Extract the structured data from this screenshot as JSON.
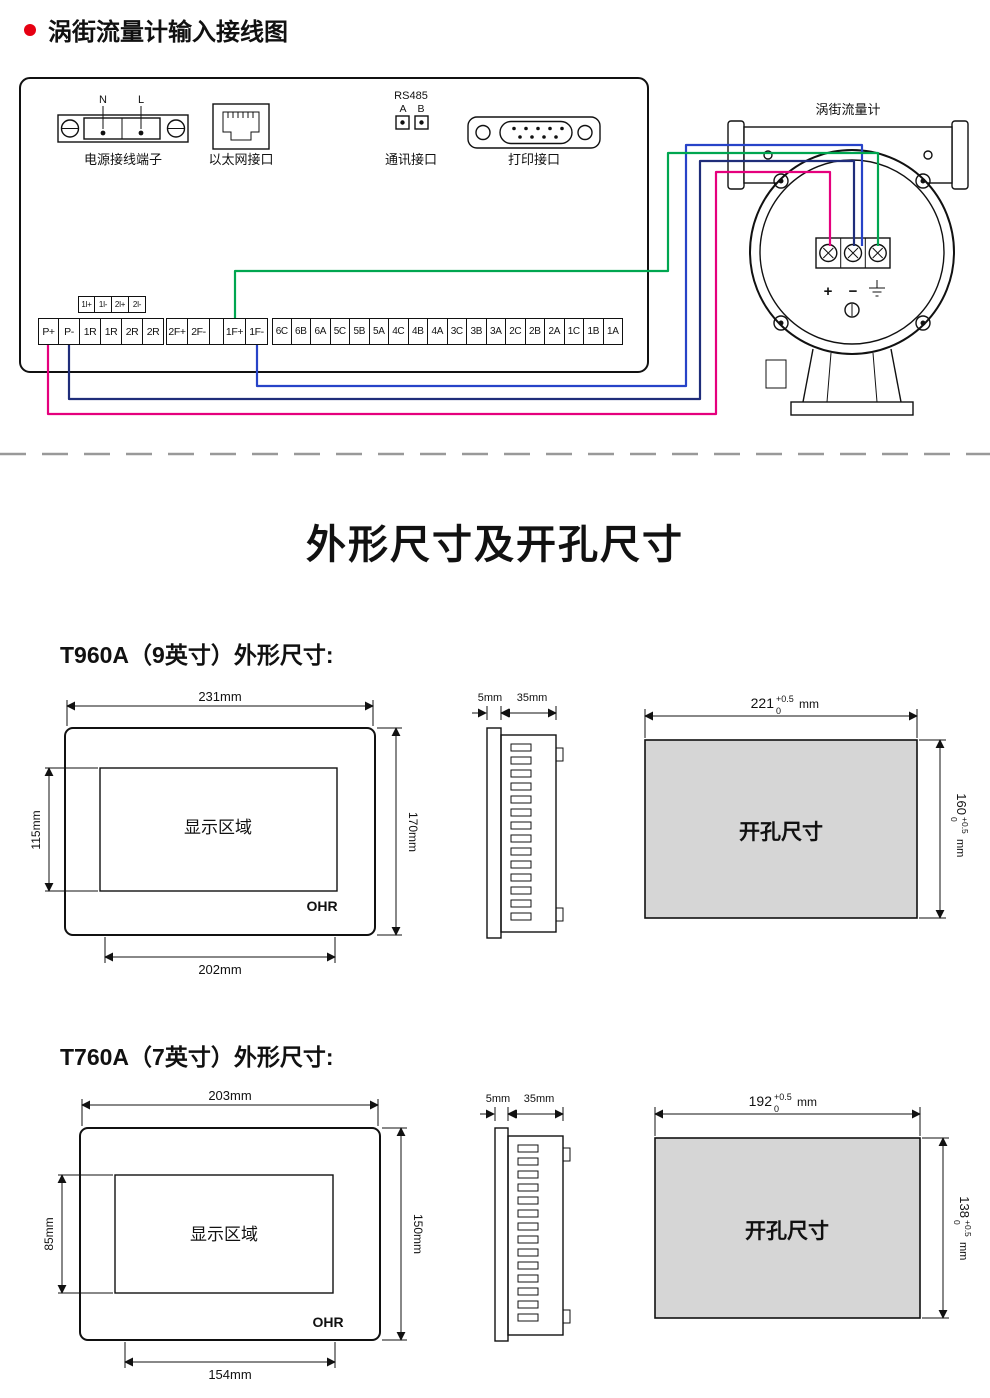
{
  "colors": {
    "bullet": "#e60012",
    "cutout_fill": "#d6d6d6",
    "wire_magenta": "#e5007d",
    "wire_navy": "#1f2d7a",
    "wire_blue": "#2743c8",
    "wire_green": "#00a650"
  },
  "wiring": {
    "title": "涡街流量计输入接线图",
    "power": {
      "label": "电源接线端子",
      "n": "N",
      "l": "L"
    },
    "ethernet": {
      "label": "以太网接口"
    },
    "comm": {
      "protocol": "RS485",
      "a": "A",
      "b": "B",
      "label": "通讯接口"
    },
    "printer": {
      "label": "打印接口"
    },
    "flowmeter": {
      "label": "涡街流量计",
      "plus": "+",
      "minus": "−"
    },
    "terminals": {
      "current_row": [
        "1I+",
        "1I-",
        "2I+",
        "2I-"
      ],
      "left_row": [
        "P+",
        "P-",
        "1R",
        "1R",
        "2R",
        "2R"
      ],
      "freq_row": [
        "2F+",
        "2F-",
        "",
        "1F+",
        "1F-"
      ],
      "relay_row": [
        "6C",
        "6B",
        "6A",
        "5C",
        "5B",
        "5A",
        "4C",
        "4B",
        "4A",
        "3C",
        "3B",
        "3A",
        "2C",
        "2B",
        "2A",
        "1C",
        "1B",
        "1A"
      ]
    }
  },
  "section_title": "外形尺寸及开孔尺寸",
  "t960a": {
    "heading": "T960A（9英寸）外形尺寸:",
    "width": "231mm",
    "display_height": "115mm",
    "height": "170mm",
    "bottom_width": "202mm",
    "display_label": "显示区域",
    "logo": "OHR",
    "side_bezel": "5mm",
    "side_depth": "35mm",
    "cutout_label": "开孔尺寸",
    "cutout_width": "221",
    "cutout_width_sup": "+0.5",
    "cutout_width_sub": "0",
    "cutout_width_unit": "mm",
    "cutout_height": "160",
    "cutout_height_sup": "+0.5",
    "cutout_height_sub": "0",
    "cutout_height_unit": "mm"
  },
  "t760a": {
    "heading": "T760A（7英寸）外形尺寸:",
    "width": "203mm",
    "display_height": "85mm",
    "height": "150mm",
    "bottom_width": "154mm",
    "display_label": "显示区域",
    "logo": "OHR",
    "side_bezel": "5mm",
    "side_depth": "35mm",
    "cutout_label": "开孔尺寸",
    "cutout_width": "192",
    "cutout_width_sup": "+0.5",
    "cutout_width_sub": "0",
    "cutout_width_unit": "mm",
    "cutout_height": "138",
    "cutout_height_sup": "+0.5",
    "cutout_height_sub": "0",
    "cutout_height_unit": "mm"
  }
}
